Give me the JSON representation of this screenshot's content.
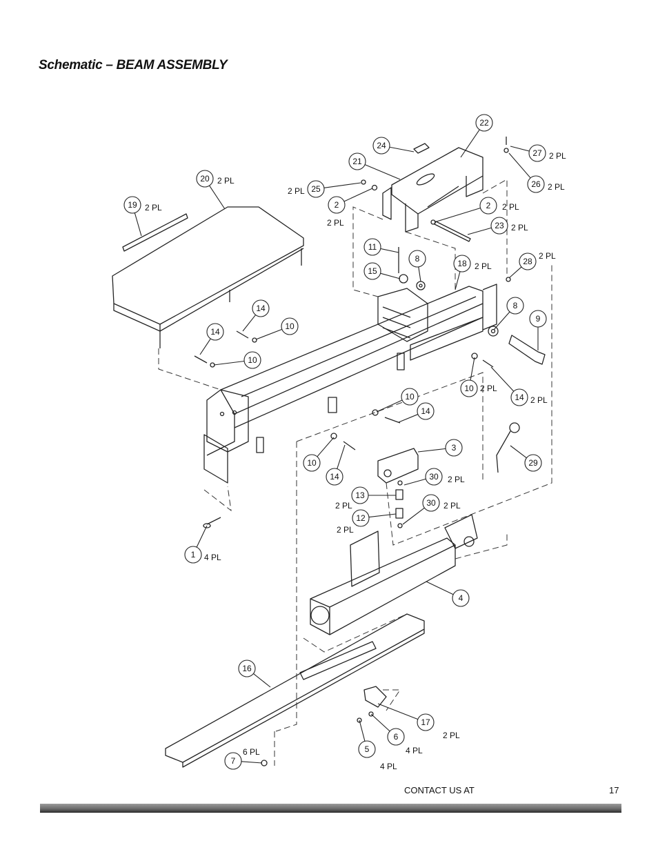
{
  "header": {
    "title": "Schematic – BEAM ASSEMBLY"
  },
  "footer": {
    "contact": "CONTACT US AT",
    "page_number": "17"
  },
  "balloons": [
    {
      "n": "1",
      "note": "4 PL"
    },
    {
      "n": "2",
      "note": "2 PL"
    },
    {
      "n": "2",
      "note": "2 PL"
    },
    {
      "n": "3",
      "note": ""
    },
    {
      "n": "4",
      "note": ""
    },
    {
      "n": "5",
      "note": "4 PL"
    },
    {
      "n": "6",
      "note": "4 PL"
    },
    {
      "n": "7",
      "note": "6 PL"
    },
    {
      "n": "8",
      "note": ""
    },
    {
      "n": "8",
      "note": ""
    },
    {
      "n": "9",
      "note": ""
    },
    {
      "n": "10",
      "note": ""
    },
    {
      "n": "10",
      "note": ""
    },
    {
      "n": "10",
      "note": ""
    },
    {
      "n": "10",
      "note": ""
    },
    {
      "n": "10",
      "note": "2 PL"
    },
    {
      "n": "11",
      "note": ""
    },
    {
      "n": "12",
      "note": "2 PL"
    },
    {
      "n": "13",
      "note": "2 PL"
    },
    {
      "n": "14",
      "note": ""
    },
    {
      "n": "14",
      "note": ""
    },
    {
      "n": "14",
      "note": ""
    },
    {
      "n": "14",
      "note": ""
    },
    {
      "n": "14",
      "note": "2 PL"
    },
    {
      "n": "15",
      "note": ""
    },
    {
      "n": "16",
      "note": ""
    },
    {
      "n": "17",
      "note": "2 PL"
    },
    {
      "n": "18",
      "note": "2 PL"
    },
    {
      "n": "19",
      "note": "2 PL"
    },
    {
      "n": "20",
      "note": "2 PL"
    },
    {
      "n": "21",
      "note": ""
    },
    {
      "n": "22",
      "note": ""
    },
    {
      "n": "23",
      "note": "2 PL"
    },
    {
      "n": "24",
      "note": ""
    },
    {
      "n": "25",
      "note": "2 PL"
    },
    {
      "n": "26",
      "note": "2 PL"
    },
    {
      "n": "27",
      "note": "2 PL"
    },
    {
      "n": "28",
      "note": "2 PL"
    },
    {
      "n": "29",
      "note": ""
    },
    {
      "n": "30",
      "note": "2 PL"
    },
    {
      "n": "30",
      "note": "2 PL"
    }
  ]
}
